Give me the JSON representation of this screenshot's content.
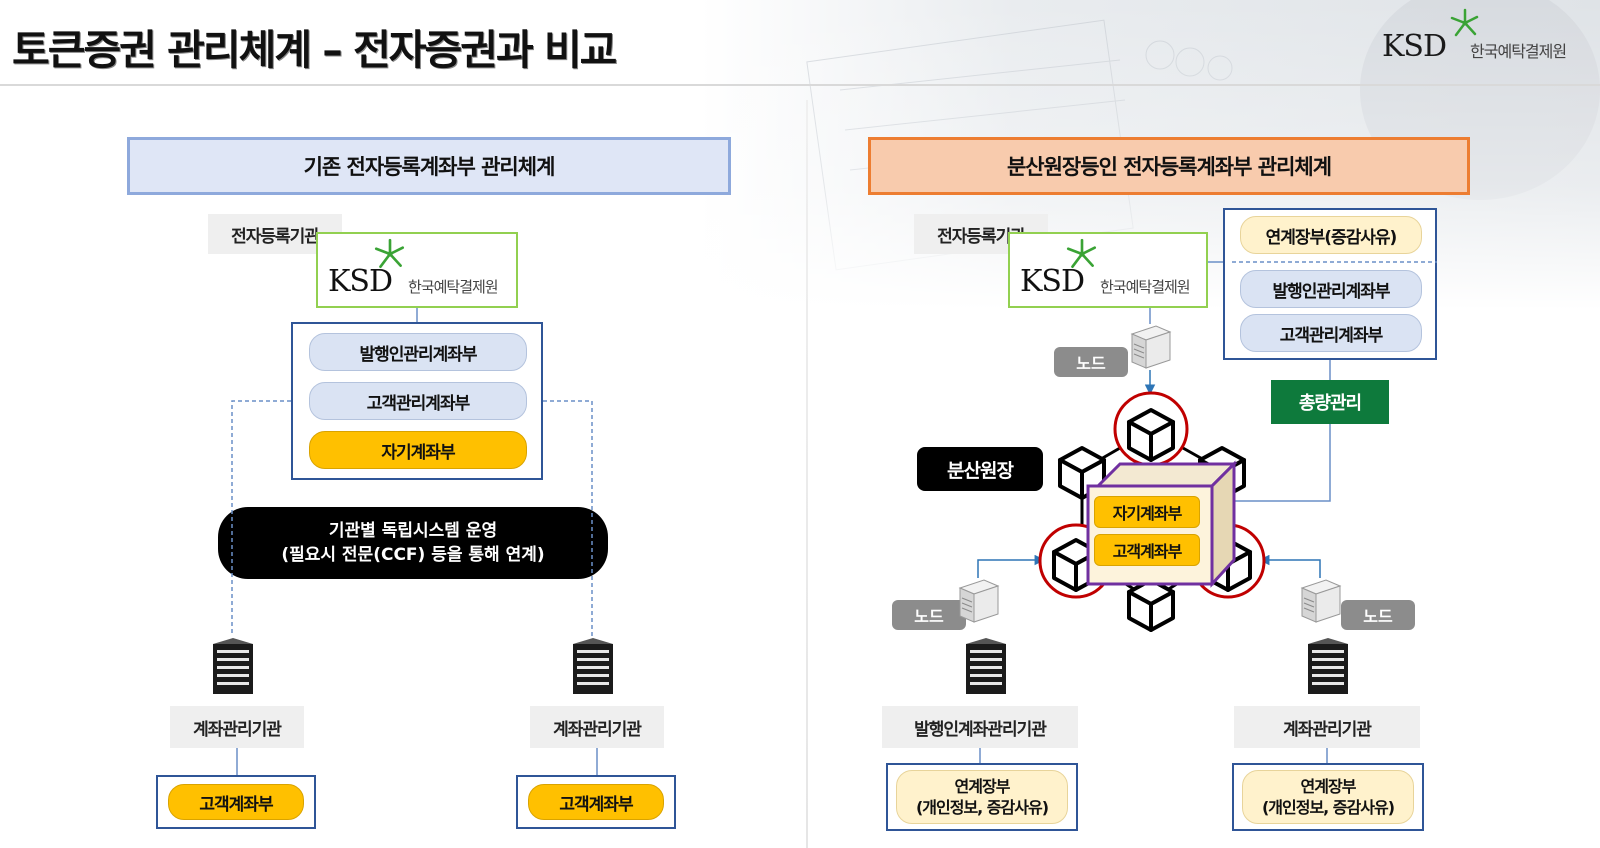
{
  "title": "토큰증권 관리체계 – 전자증권과 비교",
  "brand": {
    "ksd": "KSD",
    "org": "한국예탁결제원"
  },
  "left": {
    "header": "기존 전자등록계좌부 관리체계",
    "registrar_label": "전자등록기관",
    "accounts": [
      "발행인관리계좌부",
      "고객관리계좌부",
      "자기계좌부"
    ],
    "system_line1": "기관별 독립시스템 운영",
    "system_line2": "(필요시 전문(CCF) 등을 통해 연계)",
    "institution_label": "계좌관리기관",
    "customer_account": "고객계좌부"
  },
  "right": {
    "header": "분산원장등인 전자등록계좌부 관리체계",
    "registrar_label": "전자등록기관",
    "linked_ledger_reason": "연계장부(증감사유)",
    "accounts": [
      "발행인관리계좌부",
      "고객관리계좌부"
    ],
    "total_mgmt": "총량관리",
    "node": "노드",
    "ledger": "분산원장",
    "cube_accounts": [
      "자기계좌부",
      "고객계좌부"
    ],
    "issuer_institution": "발행인계좌관리기관",
    "institution_label": "계좌관리기관",
    "linked_line1": "연계장부",
    "linked_line2": "(개인정보, 증감사유)"
  },
  "colors": {
    "left_header_bg": "#dfe6f6",
    "right_header_bg": "#f8cbad",
    "accent_yellow": "#ffc000",
    "green": "#0e7a3c",
    "outline_blue": "#2f5597",
    "ksd_green": "#3aa335"
  }
}
